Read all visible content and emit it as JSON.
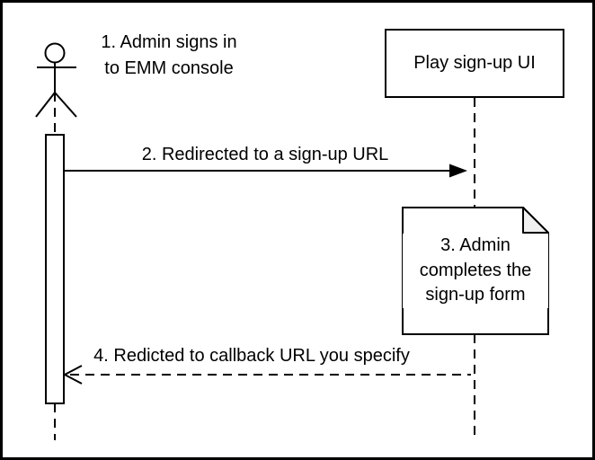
{
  "colors": {
    "stroke": "#000000",
    "background": "#ffffff",
    "note_fold": "#f0f0f0"
  },
  "annotations": {
    "step1": {
      "line1": "1. Admin signs in",
      "line2": "to EMM console"
    }
  },
  "participants": {
    "play_signup_ui": {
      "label": "Play sign-up UI"
    }
  },
  "messages": {
    "redirect": {
      "label": "2. Redirected to a sign-up URL"
    },
    "callback": {
      "label": "4. Redicted to callback URL you specify"
    }
  },
  "note": {
    "line1": "3. Admin",
    "line2": "completes the",
    "line3": "sign-up form"
  }
}
